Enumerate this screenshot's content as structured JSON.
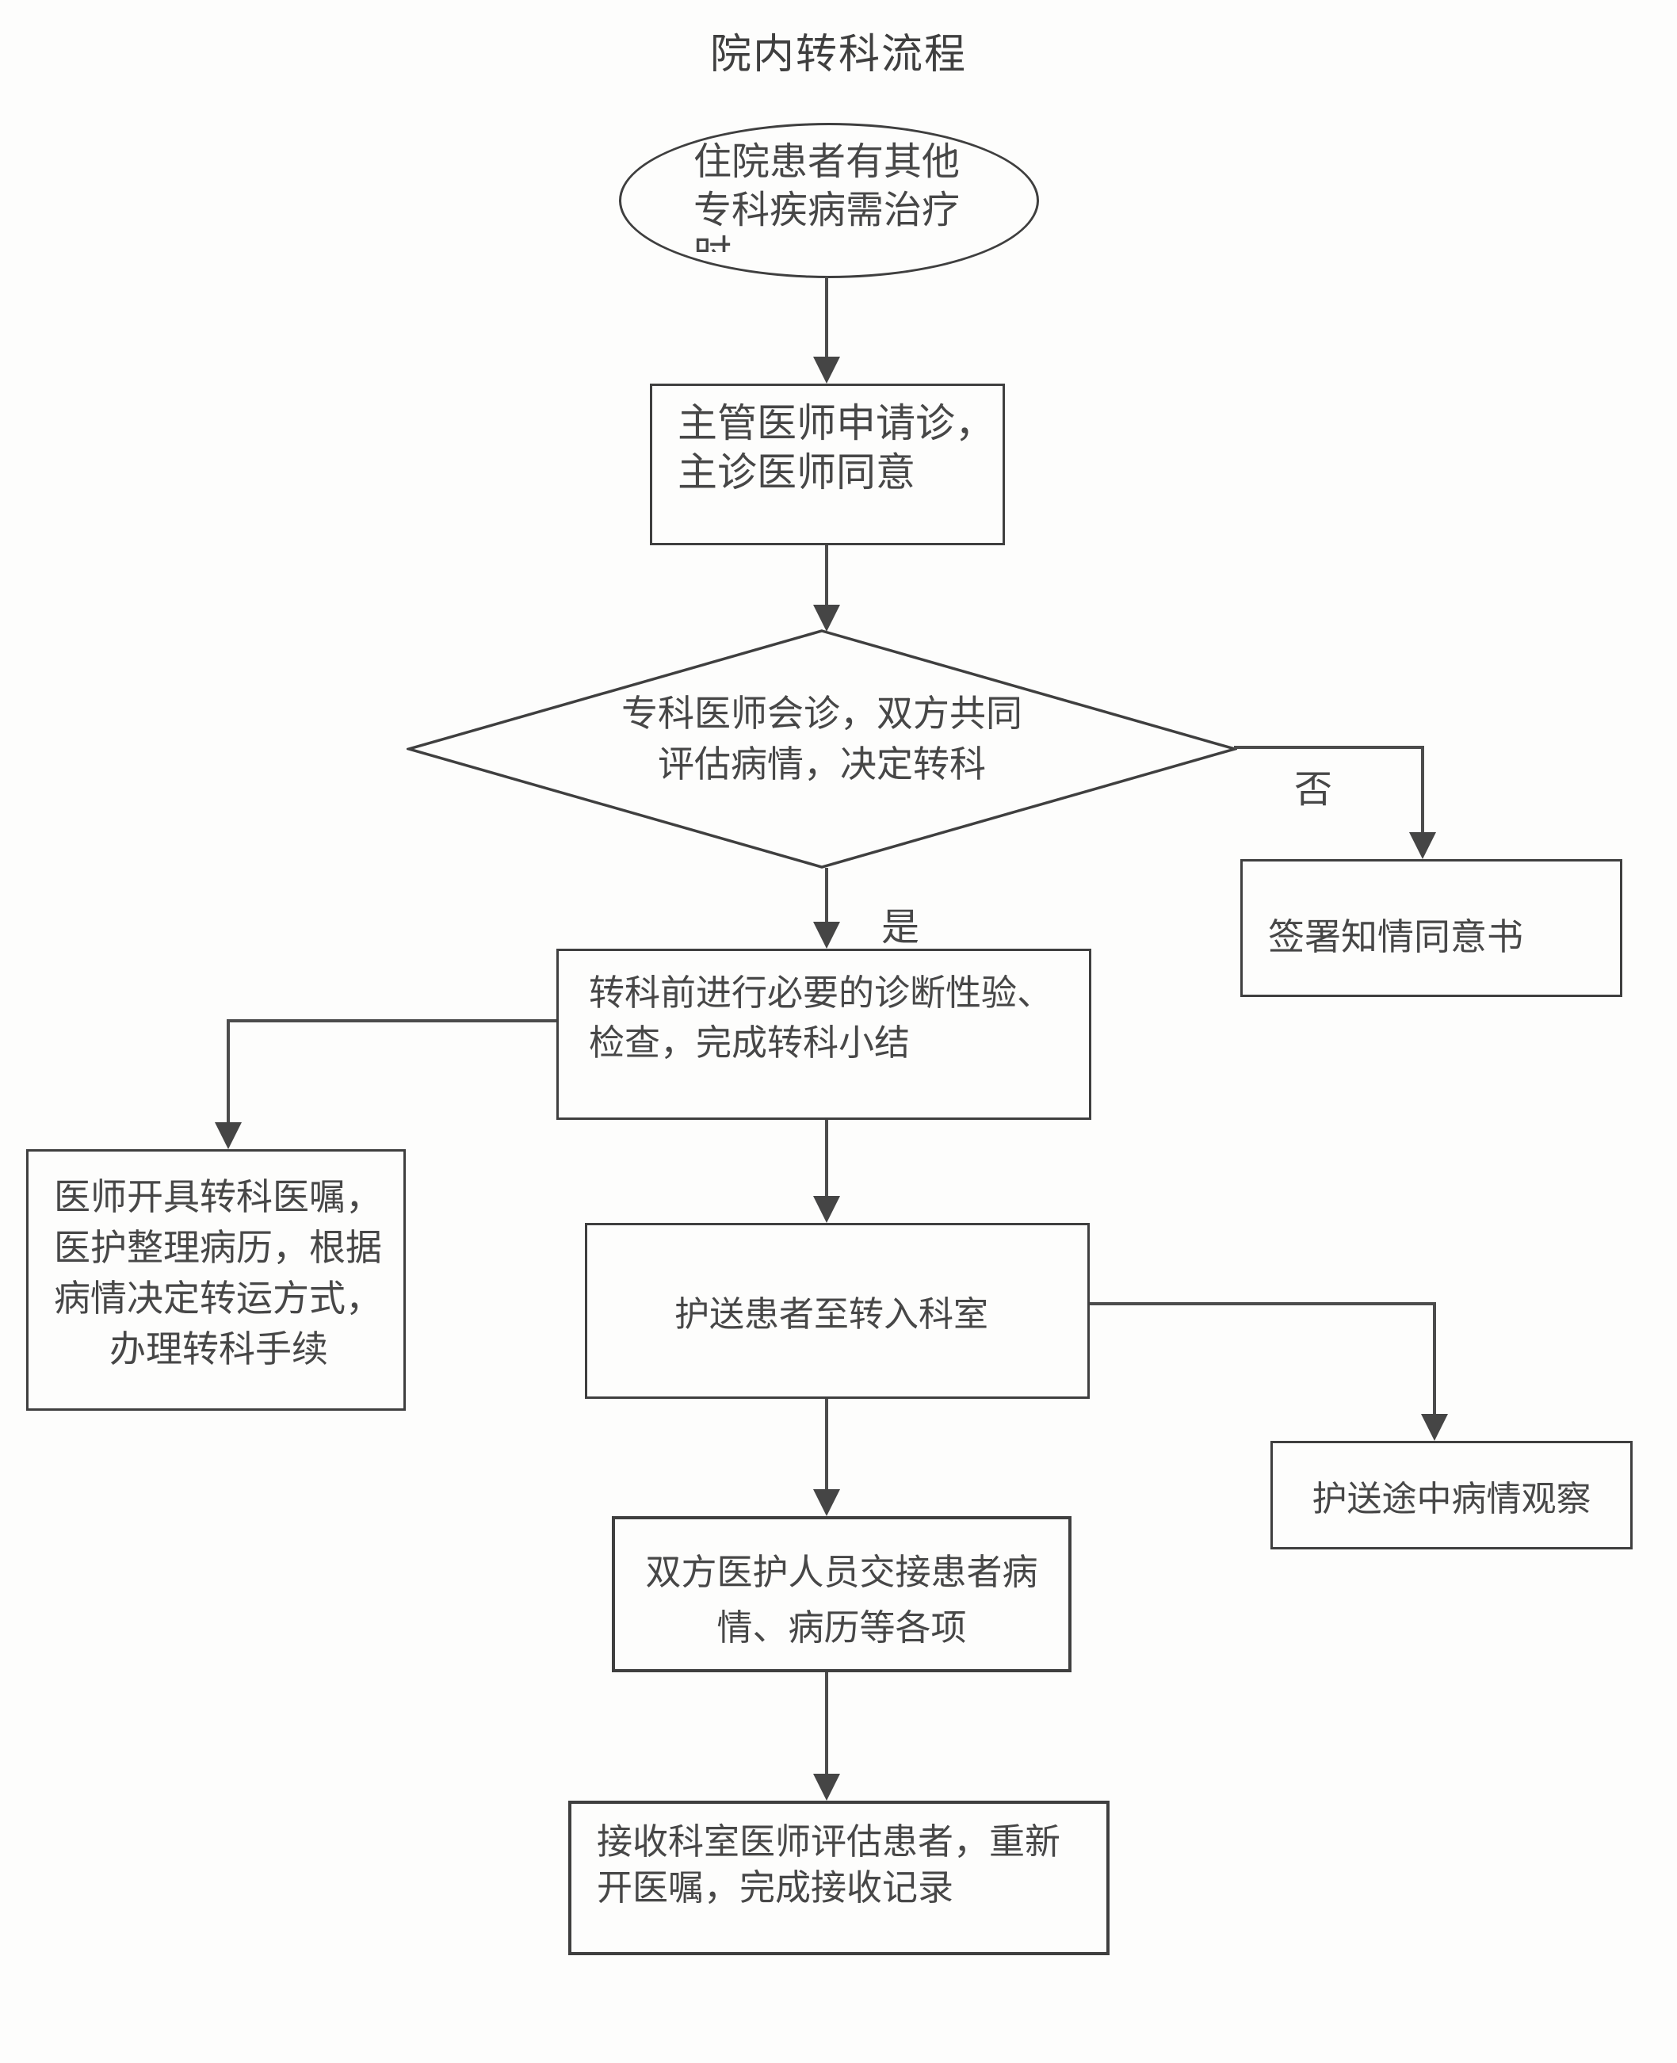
{
  "title": "院内转科流程",
  "nodes": {
    "start": {
      "shape": "ellipse",
      "lines": [
        "住院患者有其他",
        "专科疾病需治疗"
      ],
      "clipped_char": "时"
    },
    "apply": {
      "shape": "rect",
      "lines": [
        "主管医师申请诊，",
        "主诊医师同意"
      ]
    },
    "decision": {
      "shape": "diamond",
      "lines": [
        "专科医师会诊，双方共同",
        "评估病情，决定转科"
      ]
    },
    "consent": {
      "shape": "rect",
      "label": "签署知情同意书"
    },
    "prepare": {
      "shape": "rect",
      "lines": [
        "转科前进行必要的诊断性验、",
        "检查，完成转科小结"
      ]
    },
    "orders": {
      "shape": "rect",
      "lines": [
        "医师开具转科医嘱，",
        "医护整理病历，根据",
        "病情决定转运方式，",
        "办理转科手续"
      ]
    },
    "escort": {
      "shape": "rect",
      "label": "护送患者至转入科室"
    },
    "observe": {
      "shape": "rect",
      "label": "护送途中病情观察"
    },
    "handover": {
      "shape": "rect",
      "lines": [
        "双方医护人员交接患者病",
        "情、病历等各项"
      ]
    },
    "receive": {
      "shape": "rect",
      "lines": [
        "接收科室医师评估患者，重新",
        "开医嘱，完成接收记录"
      ]
    }
  },
  "edge_labels": {
    "yes": "是",
    "no": "否"
  },
  "colors": {
    "ink": "#474747",
    "border": "#3f3f3f",
    "line": "#4c4c4c",
    "background": "#fdfdfc"
  }
}
